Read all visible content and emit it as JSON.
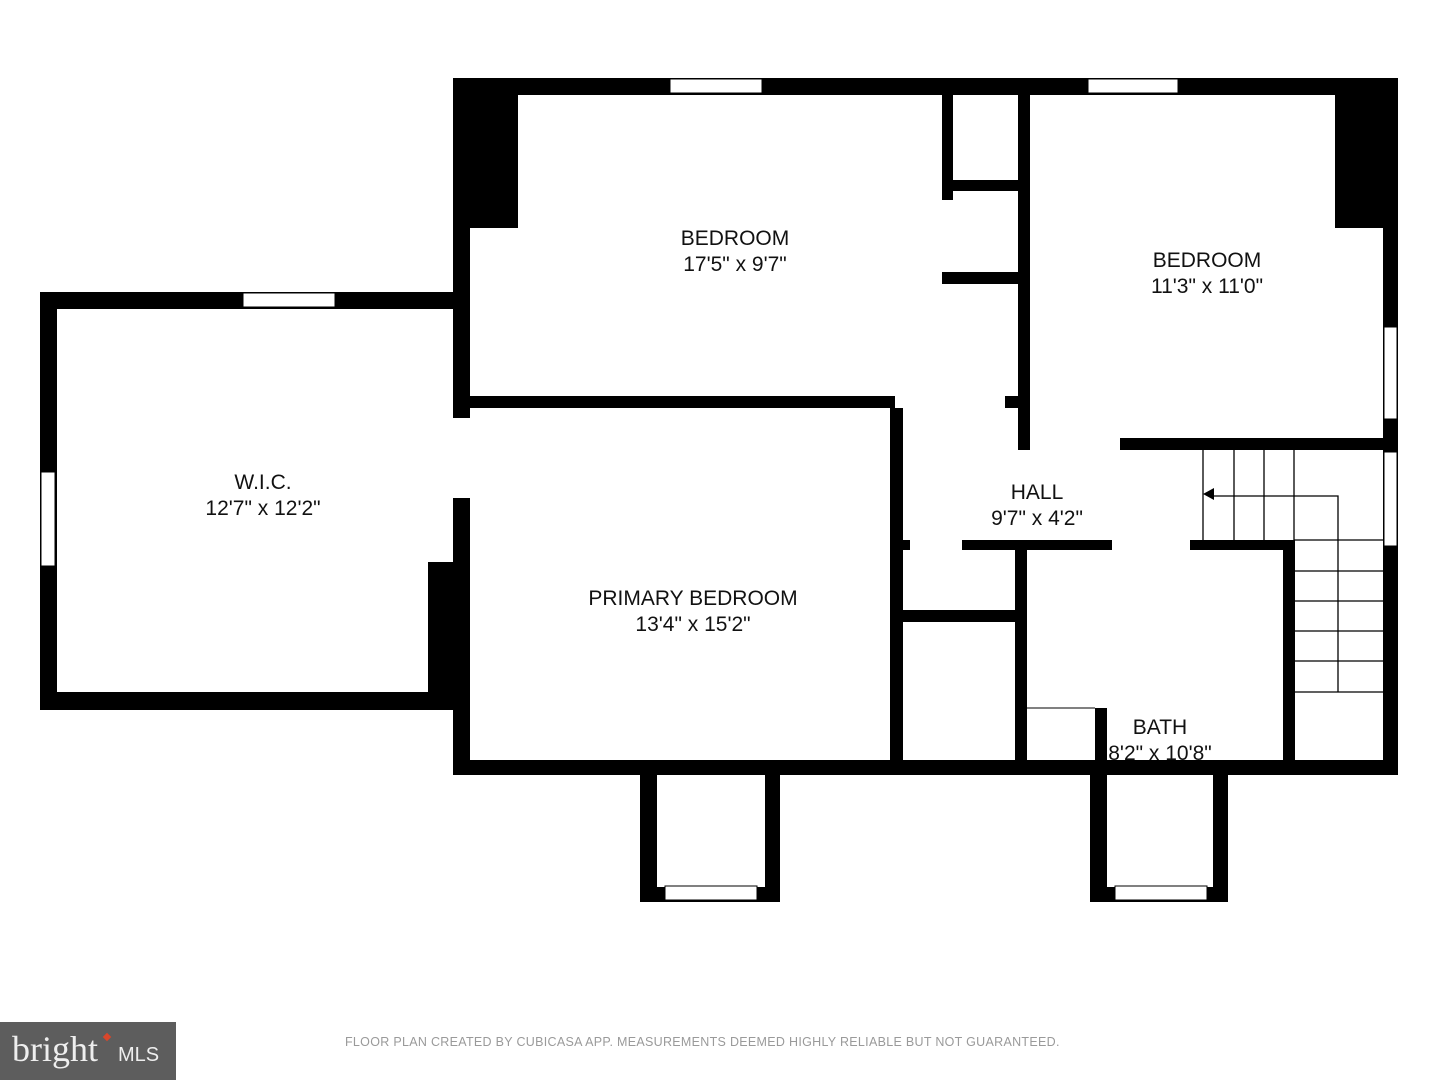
{
  "rooms": [
    {
      "name": "BEDROOM",
      "size": "17'5\" x 9'7\""
    },
    {
      "name": "BEDROOM",
      "size": "11'3\" x 11'0\""
    },
    {
      "name": "W.I.C.",
      "size": "12'7\" x 12'2\""
    },
    {
      "name": "HALL",
      "size": "9'7\" x 4'2\""
    },
    {
      "name": "PRIMARY BEDROOM",
      "size": "13'4\" x 15'2\""
    },
    {
      "name": "BATH",
      "size": "8'2\" x 10'8\""
    }
  ],
  "footer": {
    "disclaimer": "FLOOR PLAN CREATED BY CUBICASA APP. MEASUREMENTS DEEMED HIGHLY RELIABLE BUT NOT GUARANTEED.",
    "logo_text": "bright",
    "logo_suffix": "MLS"
  }
}
